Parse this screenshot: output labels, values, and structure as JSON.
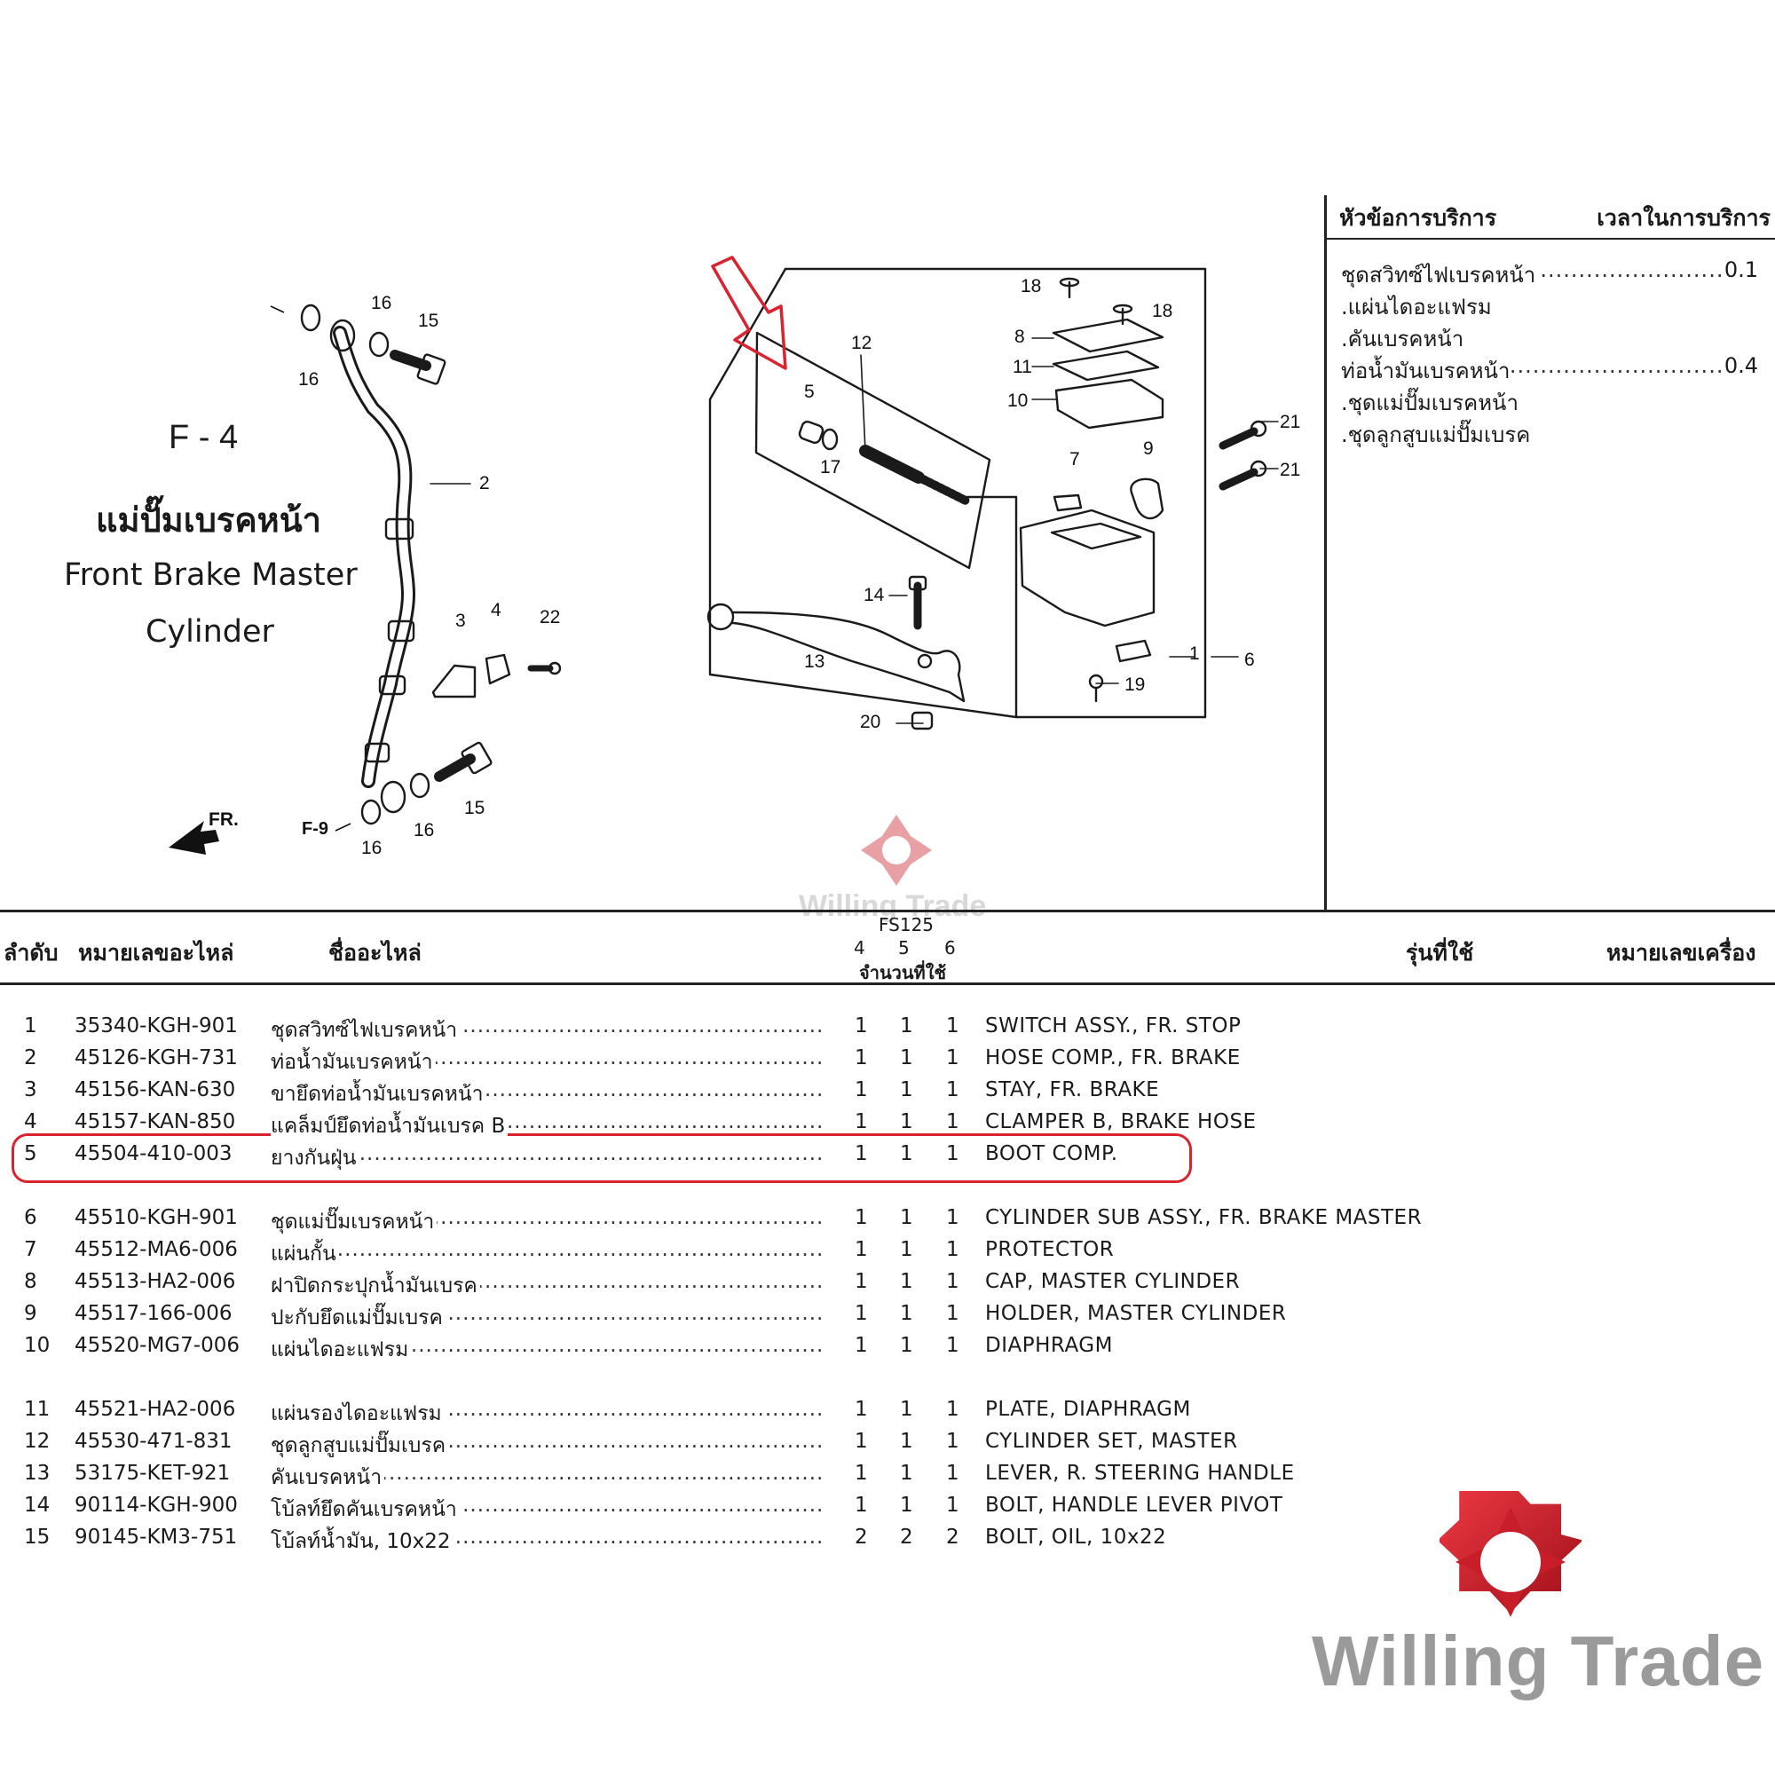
{
  "title": {
    "fig_code": "F - 4",
    "name_th": "แม่ปั๊มเบรคหน้า",
    "name_en_line1": "Front Brake Master",
    "name_en_line2": "Cylinder"
  },
  "diagram": {
    "callouts": [
      "1",
      "2",
      "3",
      "4",
      "5",
      "6",
      "7",
      "8",
      "9",
      "10",
      "11",
      "12",
      "13",
      "14",
      "15",
      "15",
      "16",
      "16",
      "16",
      "16",
      "17",
      "18",
      "18",
      "19",
      "20",
      "21",
      "21",
      "22"
    ],
    "ref_label": "F-9",
    "direction_label": "FR."
  },
  "service": {
    "header_topic": "หัวข้อการบริการ",
    "header_time": "เวลาในการบริการ",
    "items": [
      {
        "name": "ชุดสวิทซ์ไฟเบรคหน้า",
        "time": "0.1"
      },
      {
        "name": ".แผ่นไดอะแฟรม",
        "time": ""
      },
      {
        "name": ".คันเบรคหน้า",
        "time": ""
      },
      {
        "name": "ท่อน้ำมันเบรคหน้า",
        "time": "0.4"
      },
      {
        "name": ".ชุดแม่ปั๊มเบรคหน้า",
        "time": ""
      },
      {
        "name": ".ชุดลูกสูบแม่ปั๊มเบรค",
        "time": ""
      }
    ]
  },
  "table": {
    "headers": {
      "no": "ลำดับ",
      "part_number": "หมายเลขอะไหล่",
      "part_name": "ชื่ออะไหล่",
      "model": "FS125",
      "col4": "4",
      "col5": "5",
      "col6": "6",
      "qty": "จำนวนที่ใช้",
      "usage": "รุ่นที่ใช้",
      "engine_no": "หมายเลขเครื่อง"
    },
    "rows": [
      {
        "no": "1",
        "part": "35340-KGH-901",
        "name": "ชุดสวิทซ์ไฟเบรคหน้า",
        "q4": "1",
        "q5": "1",
        "q6": "1",
        "desc": "SWITCH ASSY., FR. STOP"
      },
      {
        "no": "2",
        "part": "45126-KGH-731",
        "name": "ท่อน้ำมันเบรคหน้า",
        "q4": "1",
        "q5": "1",
        "q6": "1",
        "desc": "HOSE COMP., FR. BRAKE"
      },
      {
        "no": "3",
        "part": "45156-KAN-630",
        "name": "ขายึดท่อน้ำมันเบรคหน้า",
        "q4": "1",
        "q5": "1",
        "q6": "1",
        "desc": "STAY, FR. BRAKE"
      },
      {
        "no": "4",
        "part": "45157-KAN-850",
        "name": "แคล็มป์ยึดท่อน้ำมันเบรค B",
        "q4": "1",
        "q5": "1",
        "q6": "1",
        "desc": "CLAMPER B, BRAKE HOSE"
      },
      {
        "no": "5",
        "part": "45504-410-003",
        "name": "ยางกันฝุ่น",
        "q4": "1",
        "q5": "1",
        "q6": "1",
        "desc": "BOOT COMP."
      },
      {
        "no": "6",
        "part": "45510-KGH-901",
        "name": "ชุดแม่ปั๊มเบรคหน้า",
        "q4": "1",
        "q5": "1",
        "q6": "1",
        "desc": "CYLINDER SUB ASSY., FR. BRAKE MASTER"
      },
      {
        "no": "7",
        "part": "45512-MA6-006",
        "name": "แผ่นกั้น",
        "q4": "1",
        "q5": "1",
        "q6": "1",
        "desc": "PROTECTOR"
      },
      {
        "no": "8",
        "part": "45513-HA2-006",
        "name": "ฝาปิดกระปุกน้ำมันเบรค",
        "q4": "1",
        "q5": "1",
        "q6": "1",
        "desc": "CAP, MASTER CYLINDER"
      },
      {
        "no": "9",
        "part": "45517-166-006",
        "name": "ปะกับยึดแม่ปั๊มเบรค",
        "q4": "1",
        "q5": "1",
        "q6": "1",
        "desc": "HOLDER, MASTER CYLINDER"
      },
      {
        "no": "10",
        "part": "45520-MG7-006",
        "name": "แผ่นไดอะแฟรม",
        "q4": "1",
        "q5": "1",
        "q6": "1",
        "desc": "DIAPHRAGM"
      },
      {
        "no": "11",
        "part": "45521-HA2-006",
        "name": "แผ่นรองไดอะแฟรม",
        "q4": "1",
        "q5": "1",
        "q6": "1",
        "desc": "PLATE, DIAPHRAGM"
      },
      {
        "no": "12",
        "part": "45530-471-831",
        "name": "ชุดลูกสูบแม่ปั๊มเบรค",
        "q4": "1",
        "q5": "1",
        "q6": "1",
        "desc": "CYLINDER SET, MASTER"
      },
      {
        "no": "13",
        "part": "53175-KET-921",
        "name": "คันเบรคหน้า",
        "q4": "1",
        "q5": "1",
        "q6": "1",
        "desc": "LEVER, R. STEERING HANDLE"
      },
      {
        "no": "14",
        "part": "90114-KGH-900",
        "name": "โบ้ลท์ยึดคันเบรคหน้า",
        "q4": "1",
        "q5": "1",
        "q6": "1",
        "desc": "BOLT, HANDLE LEVER PIVOT"
      },
      {
        "no": "15",
        "part": "90145-KM3-751",
        "name": "โบ้ลท์น้ำมัน, 10x22",
        "q4": "2",
        "q5": "2",
        "q6": "2",
        "desc": "BOLT, OIL, 10x22"
      }
    ],
    "highlight_no": "5"
  },
  "watermark": {
    "text": "Willing Trade",
    "brand_color": "#d9232e"
  }
}
